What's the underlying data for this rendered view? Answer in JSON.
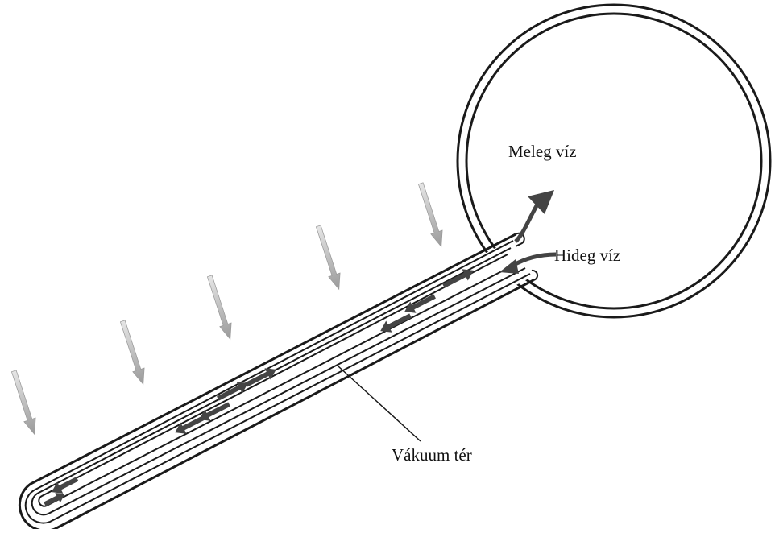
{
  "labels": {
    "warm_water": "Meleg víz",
    "cold_water": "Hideg víz",
    "vacuum": "Vákuum tér"
  },
  "colors": {
    "stroke": "#1a1a1a",
    "sun_ray": "#c8c8c8",
    "flow_arrow": "#444444"
  }
}
